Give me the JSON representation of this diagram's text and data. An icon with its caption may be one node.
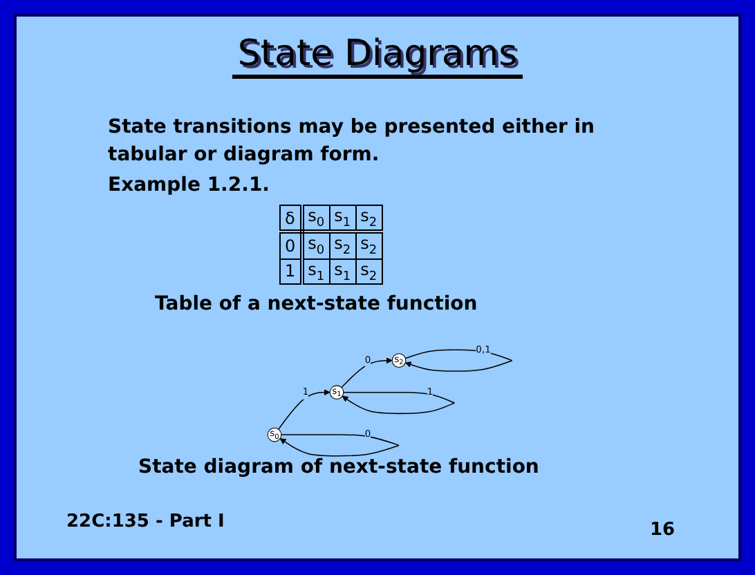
{
  "diagram": {
    "title": "State Diagrams",
    "nodes": [
      {
        "text": [
          "s$_{0}$"
        ]
      },
      {
        "text": [
          "s$_{1}$"
        ]
      },
      {
        "text": [
          "s$_{2}$"
        ]
      }
    ],
    "edges": [
      {
        "from": 0,
        "to": 1,
        "arrow": "to",
        "label": "1"
      },
      {
        "from": 0,
        "to": 0,
        "arrow": "to",
        "label": "0"
      },
      {
        "from": 1,
        "to": 2,
        "arrow": "to",
        "label": "0"
      },
      {
        "from": 1,
        "to": 1,
        "arrow": "to",
        "label": "1"
      },
      {
        "from": 2,
        "to": 2,
        "arrow": "to",
        "label": "0,1"
      }
    ],
    "labels": [
      "State transitions may be presented either in tabular or diagram form.",
      "Example 1.2.1.",
      "δ",
      "s$_{0}$",
      "s$_{1}$",
      "s$_{2}$",
      "0",
      "s$_{0}$",
      "s$_{2}$",
      "s$_{2}$",
      "1",
      "s$_{1}$",
      "s$_{1}$",
      "s$_{2}$",
      "Table of a next-state function",
      "State diagram of next-state function",
      "22C:135 - Part I",
      "16"
    ]
  }
}
